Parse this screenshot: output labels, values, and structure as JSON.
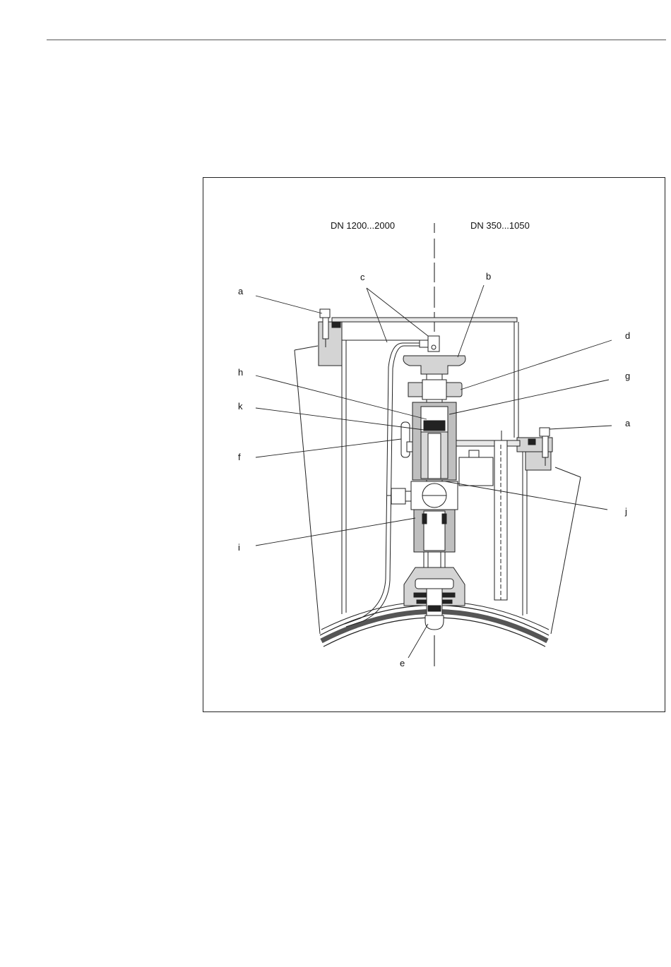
{
  "diagram": {
    "header_left": "DN 1200...2000",
    "header_right": "DN 350...1050",
    "labels": {
      "a_left": "a",
      "a_right": "a",
      "b": "b",
      "c": "c",
      "d": "d",
      "e": "e",
      "f": "f",
      "g": "g",
      "h": "h",
      "i": "i",
      "j": "j",
      "k": "k"
    }
  }
}
